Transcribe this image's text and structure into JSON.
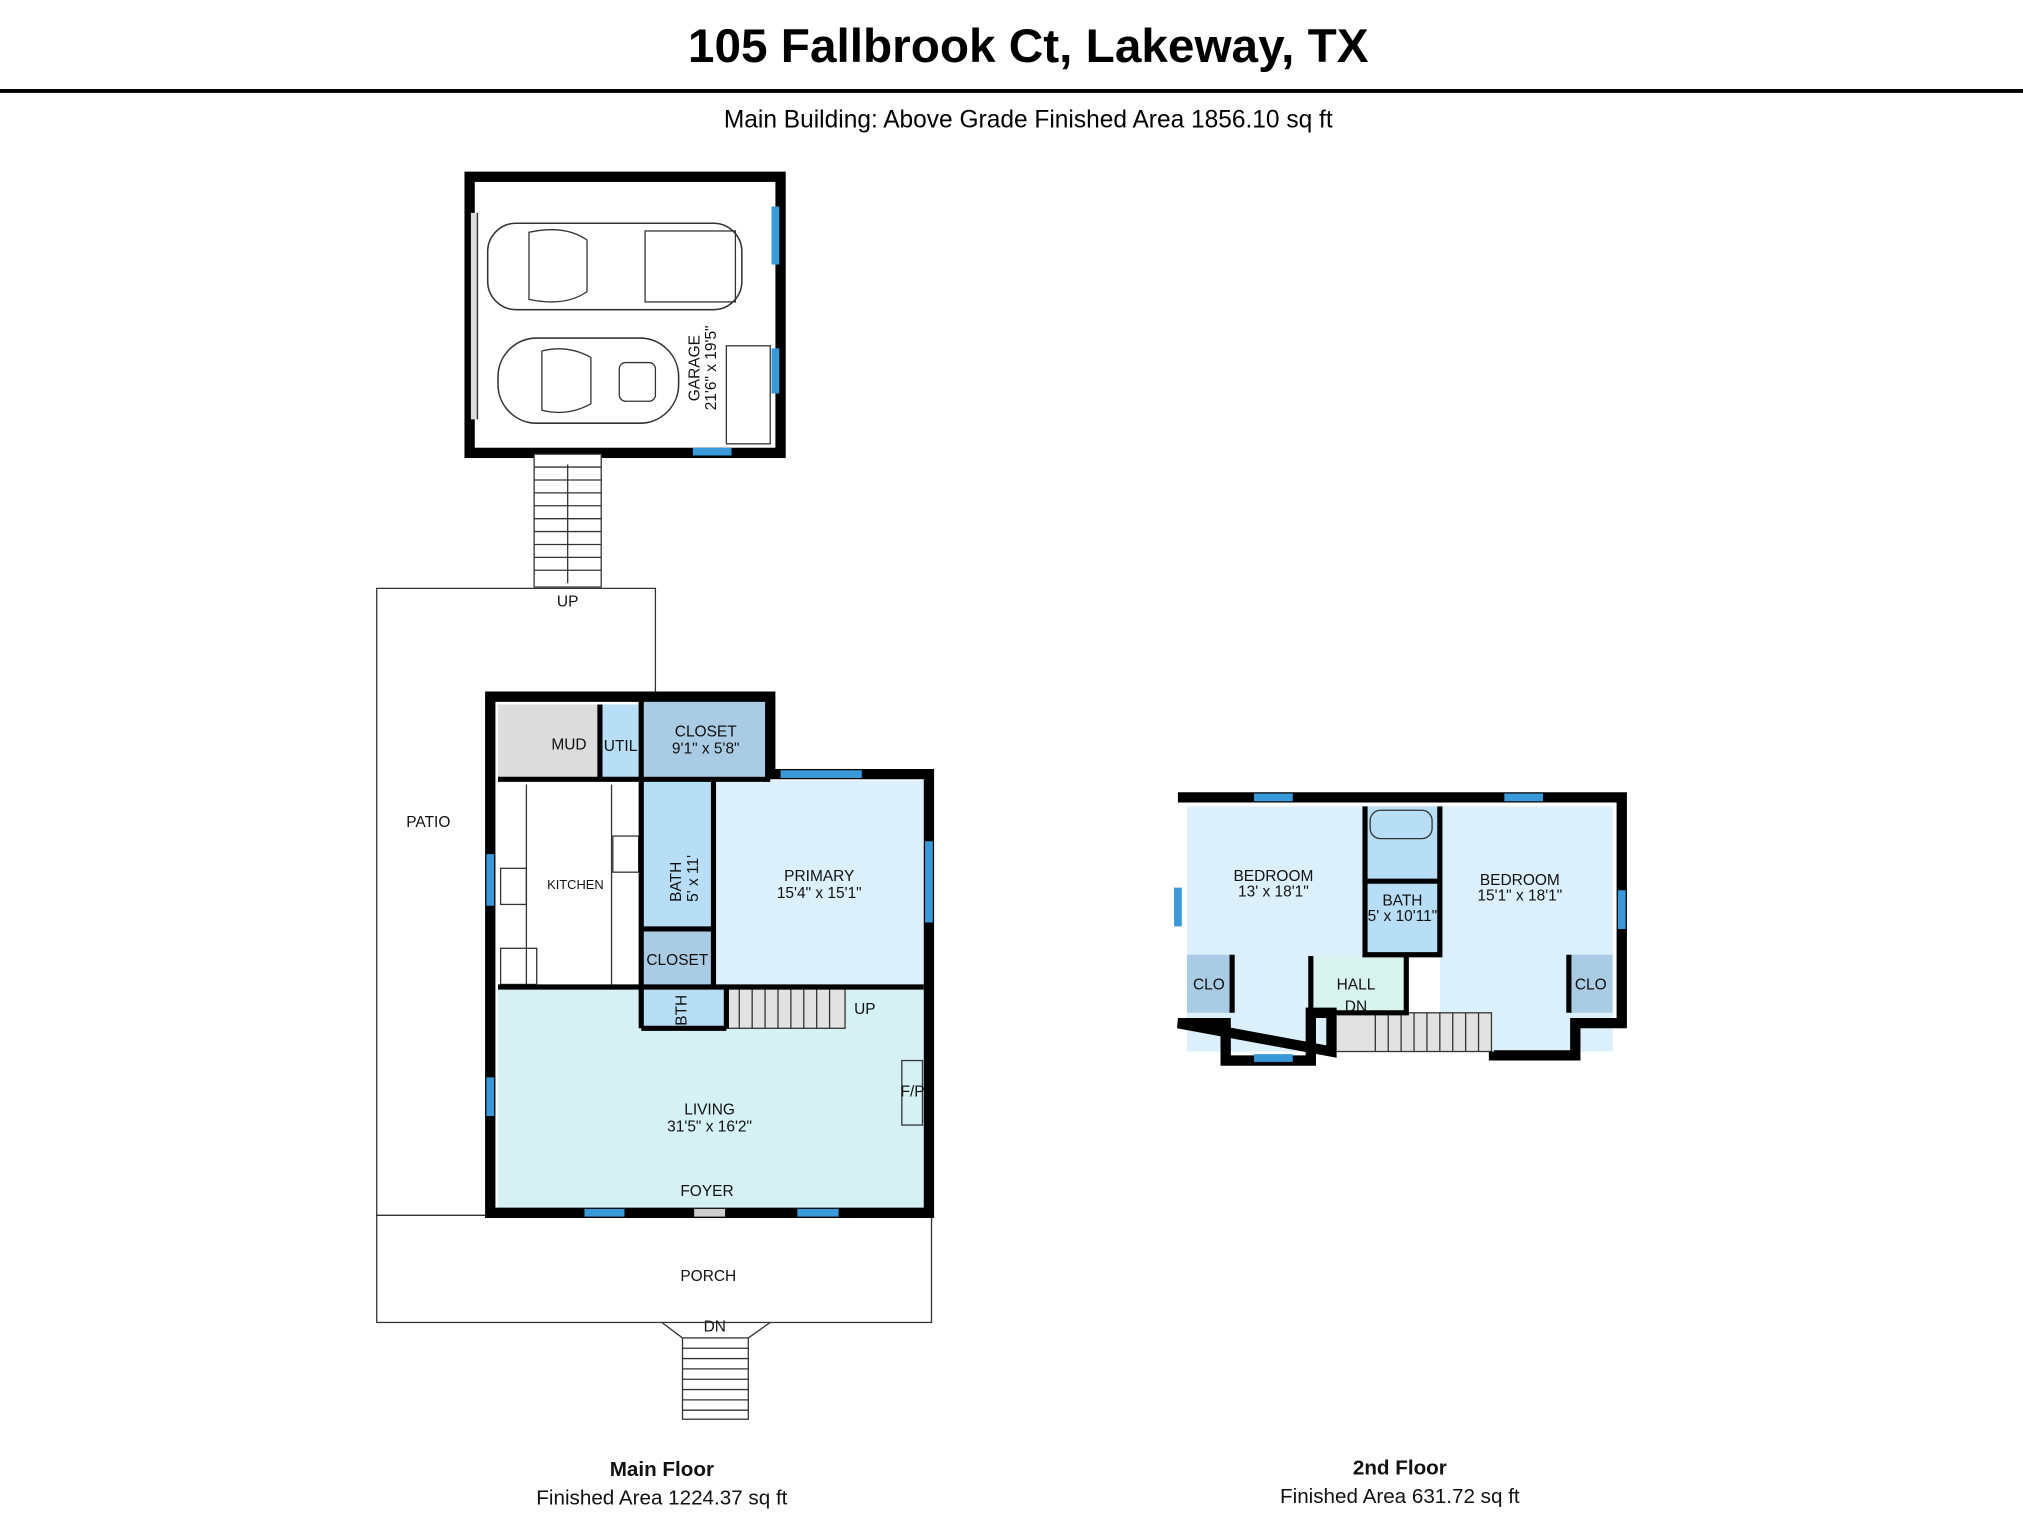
{
  "header": {
    "title": "105 Fallbrook Ct, Lakeway, TX",
    "subtitle": "Main Building: Above Grade Finished Area 1856.10 sq ft"
  },
  "colors": {
    "wall": "#000000",
    "window": "#3a9ad9",
    "room_light_blue": "#dcf0fb",
    "bath_blue": "#b8def5",
    "closet_blue": "#a9cbe3",
    "living_teal": "#d6f1f3",
    "utility_gray": "#dcdcdc"
  },
  "main_floor": {
    "caption": "Main Floor",
    "area": "Finished Area 1224.37 sq ft",
    "rooms": {
      "garage": {
        "name": "GARAGE",
        "dims": "21'6\" x 19'5\""
      },
      "patio": {
        "name": "PATIO"
      },
      "mud": {
        "name": "MUD"
      },
      "util": {
        "name": "UTIL"
      },
      "closet1": {
        "name": "CLOSET",
        "dims": "9'1\" x 5'8\""
      },
      "kitchen": {
        "name": "KITCHEN"
      },
      "bath": {
        "name": "BATH",
        "dims": "5' x 11'"
      },
      "closet2": {
        "name": "CLOSET"
      },
      "primary": {
        "name": "PRIMARY",
        "dims": "15'4\" x 15'1\""
      },
      "bth": {
        "name": "BTH"
      },
      "living": {
        "name": "LIVING",
        "dims": "31'5\" x 16'2\""
      },
      "fp": {
        "name": "F/P"
      },
      "foyer": {
        "name": "FOYER"
      },
      "porch": {
        "name": "PORCH"
      }
    },
    "labels": {
      "up_patio": "UP",
      "up_stairs": "UP",
      "dn_porch": "DN"
    }
  },
  "second_floor": {
    "caption": "2nd Floor",
    "area": "Finished Area 631.72 sq ft",
    "rooms": {
      "bedroom1": {
        "name": "BEDROOM",
        "dims": "13' x 18'1\""
      },
      "bath": {
        "name": "BATH",
        "dims": "5' x 10'11\""
      },
      "bedroom2": {
        "name": "BEDROOM",
        "dims": "15'1\" x 18'1\""
      },
      "clo1": {
        "name": "CLO"
      },
      "clo2": {
        "name": "CLO"
      },
      "hall": {
        "name": "HALL"
      }
    },
    "labels": {
      "dn": "DN"
    }
  }
}
